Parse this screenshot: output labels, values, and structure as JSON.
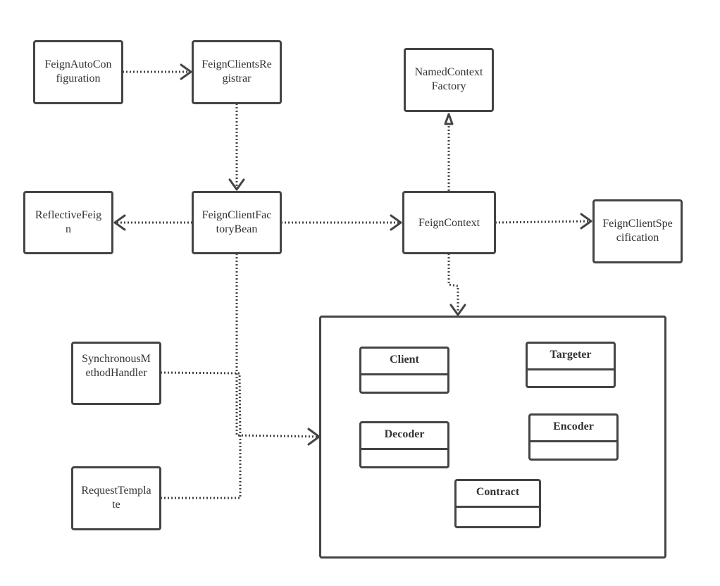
{
  "nodes": {
    "feign_auto_configuration": "FeignAutoConfiguration",
    "feign_clients_registrar": "FeignClientsRegistrar",
    "named_context_factory": "NamedContextFactory",
    "reflective_feign": "ReflectiveFeign",
    "feign_client_factory_bean": "FeignClientFactoryBean",
    "feign_context": "FeignContext",
    "feign_client_specification": "FeignClientSpecification",
    "synchronous_method_handler": "SynchronousMethodHandler",
    "request_template": "RequestTemplate"
  },
  "components": {
    "client": "Client",
    "targeter": "Targeter",
    "decoder": "Decoder",
    "encoder": "Encoder",
    "contract": "Contract"
  },
  "colors": {
    "stroke": "#444444",
    "text": "#333333",
    "background": "#ffffff"
  }
}
